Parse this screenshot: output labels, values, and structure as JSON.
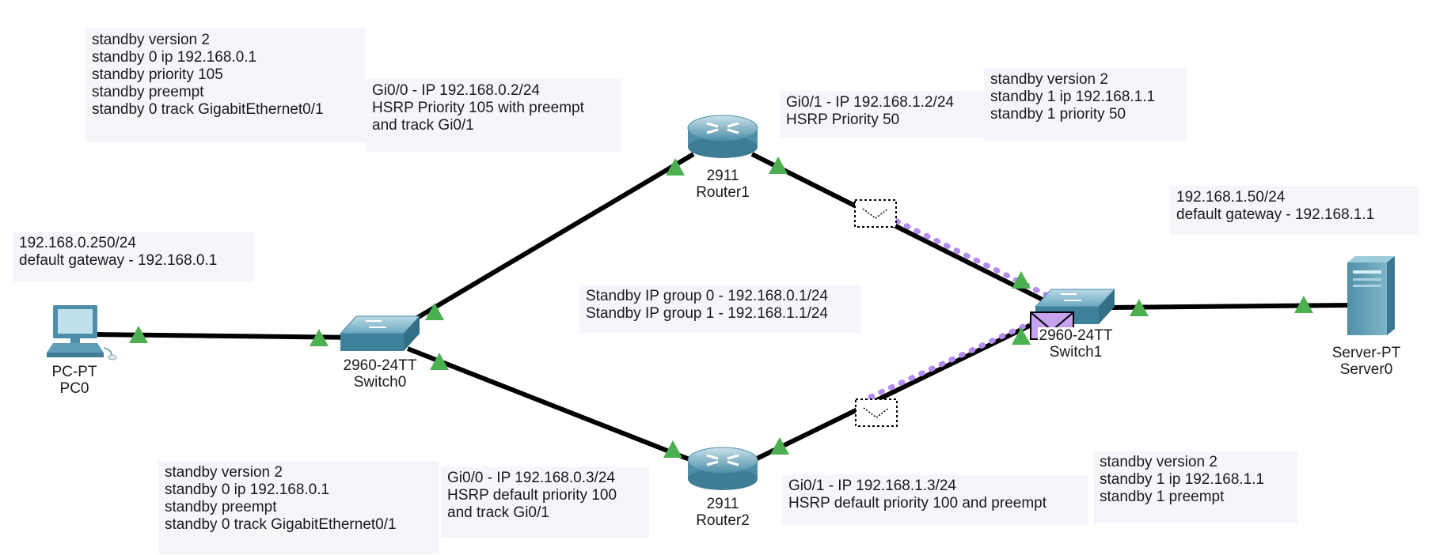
{
  "devices": {
    "router1": {
      "model": "2911",
      "name": "Router1"
    },
    "router2": {
      "model": "2911",
      "name": "Router2"
    },
    "switch0": {
      "model": "2960-24TT",
      "name": "Switch0"
    },
    "switch1": {
      "model": "2960-24TT",
      "name": "Switch1"
    },
    "pc0": {
      "model": "PC-PT",
      "name": "PC0"
    },
    "server0": {
      "model": "Server-PT",
      "name": "Server0"
    }
  },
  "notes": {
    "r1_config": [
      "standby version 2",
      "standby 0 ip 192.168.0.1",
      "standby priority 105",
      "standby preempt",
      "standby 0 track GigabitEthernet0/1"
    ],
    "r1_gi00": [
      "Gi0/0 - IP 192.168.0.2/24",
      "HSRP Priority 105 with preempt",
      "and track Gi0/1"
    ],
    "r1_gi01": [
      "Gi0/1 - IP 192.168.1.2/24",
      "HSRP Priority 50"
    ],
    "r1_gi01_config": [
      "standby version 2",
      "standby 1 ip 192.168.1.1",
      "standby 1 priority 50"
    ],
    "server": [
      "192.168.1.50/24",
      "default gateway - 192.168.1.1"
    ],
    "pc": [
      "192.168.0.250/24",
      "default gateway - 192.168.0.1"
    ],
    "standby": [
      "Standby IP group 0 - 192.168.0.1/24",
      "Standby IP group 1 - 192.168.1.1/24"
    ],
    "r2_config": [
      "standby version 2",
      "standby 0 ip 192.168.0.1",
      "standby preempt",
      "standby 0 track GigabitEthernet0/1"
    ],
    "r2_gi00": [
      "Gi0/0 - IP 192.168.0.3/24",
      "HSRP default priority 100",
      "and track Gi0/1"
    ],
    "r2_gi01": [
      "Gi0/1 - IP 192.168.1.3/24",
      "HSRP default priority 100 and preempt"
    ],
    "r2_gi01_config": [
      "standby version 2",
      "standby 1 ip 192.168.1.1",
      "standby 1 preempt"
    ]
  },
  "colors": {
    "link": "#000000",
    "port_up": "#4caf50",
    "packet_path": "#b58cf0",
    "note_bg": "#f5f6fb",
    "device_body": "#5a9bb5"
  }
}
